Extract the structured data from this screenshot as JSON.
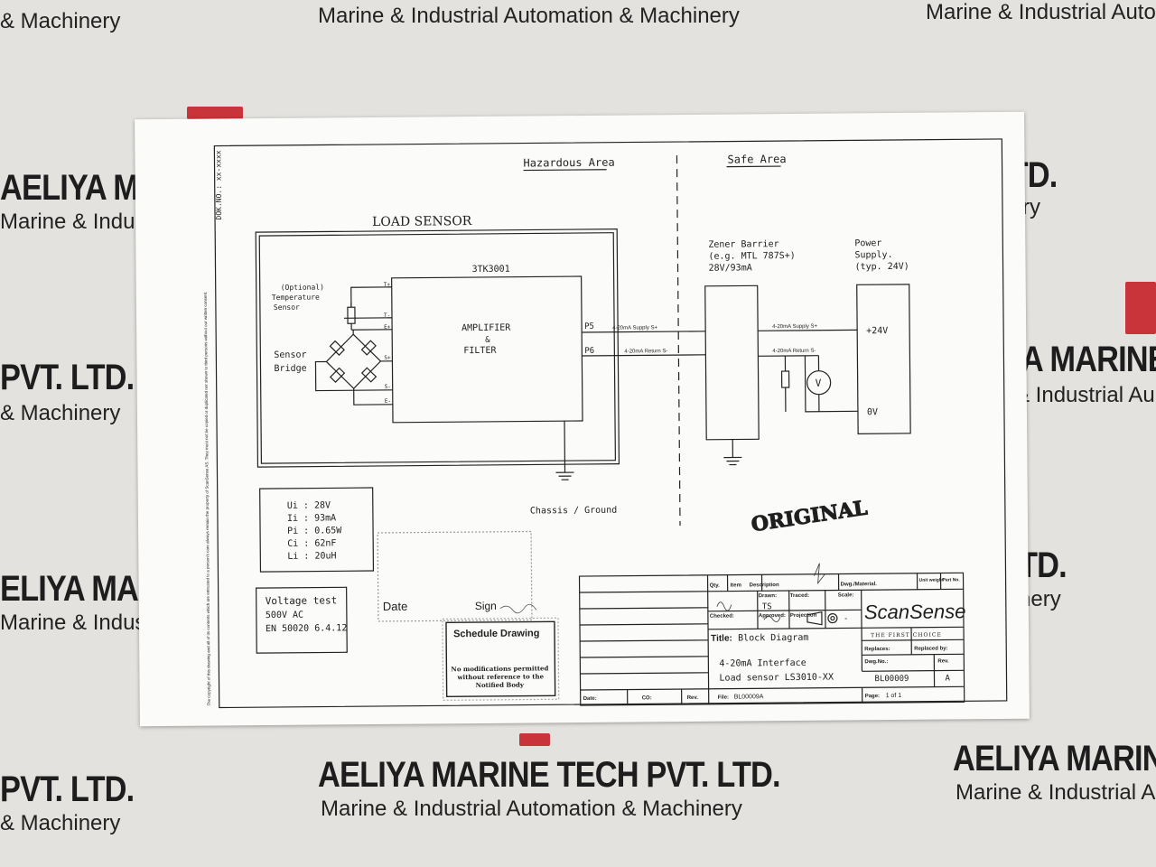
{
  "watermarks": {
    "company": "AELIYA MARINE TECH PVT. LTD.",
    "tagline": "Marine & Industrial Automation & Machinery",
    "frag_tl": "& Machinery",
    "frag_tr": "Marine & Industrial Auto",
    "frag_l1a": "AELIYA MA",
    "frag_l1b": "Marine & Indus",
    "frag_r1a": "LTD.",
    "frag_r1b": "inery",
    "frag_l2a": "PVT. LTD.",
    "frag_l2b": "& Machinery",
    "frag_r2a": "YA MARINE",
    "frag_r2b": "& Industrial Au",
    "frag_l3a": "ELIYA MA",
    "frag_l3b": "Marine & Indus",
    "frag_r3a": "TD.",
    "frag_r3b": "nery",
    "frag_l4a": "PVT. LTD.",
    "frag_l4b": "& Machinery",
    "frag_r4a": "AELIYA MARIN",
    "frag_r4b": "Marine & Industrial A"
  },
  "diagram": {
    "doc_no": "DOK.NO.: xx-xxxx",
    "hazardous_area": "Hazardous Area",
    "safe_area": "Safe Area",
    "load_sensor": "LOAD SENSOR",
    "module": "3TK3001",
    "amplifier": "AMPLIFIER",
    "amp_and": "&",
    "filter": "FILTER",
    "temp_sensor_1": "(Optional)",
    "temp_sensor_2": "Temperature",
    "temp_sensor_3": "Sensor",
    "bridge_1": "Sensor",
    "bridge_2": "Bridge",
    "pin_t_plus": "T+",
    "pin_t_minus": "T-",
    "pin_e_plus": "E+",
    "pin_s_plus": "S+",
    "pin_s_minus": "S-",
    "pin_e_minus": "E-",
    "pin_p5": "P5",
    "pin_p6": "P6",
    "wire_supply_1": "4-20mA Supply S+",
    "wire_return_1": "4-20mA Return S-",
    "wire_supply_2": "4-20mA Supply S+",
    "wire_return_2": "4-20mA Return S-",
    "zener_1": "Zener Barrier",
    "zener_2": "(e.g. MTL 787S+)",
    "zener_3": "28V/93mA",
    "power_1": "Power",
    "power_2": "Supply.",
    "power_3": "(typ. 24V)",
    "plus24": "+24V",
    "zero_v": "0V",
    "voltmeter": "V",
    "chassis": "Chassis / Ground",
    "ui": "Ui : 28V",
    "ii": "Ii : 93mA",
    "pi": "Pi : 0.65W",
    "ci": "Ci : 62nF",
    "li": "Li : 20uH",
    "vtest_1": "Voltage test",
    "vtest_2": "500V AC",
    "vtest_3": "EN 50020 6.4.12",
    "stamp_date": "Date",
    "stamp_sign": "Sign",
    "schedule_title": "Schedule Drawing",
    "schedule_1": "No modifications permitted",
    "schedule_2": "without reference to the",
    "schedule_3": "Notified Body",
    "original": "ORIGINAL",
    "side_note": "The copyright of this drawing and all of its contents which are entrusted to a person's care always remain the property of ScanSense AS. They must not be copied or duplicated nor shown to third persons without our written consent."
  },
  "title_block": {
    "qty": "Qty.",
    "item": "Item",
    "description": "Description",
    "dwg_material": "Dwg./Material.",
    "unit_weight": "Unit weight",
    "part_no": "Part No.",
    "drawn": "Drawn:",
    "drawn_val": "TS",
    "traced": "Traced:",
    "scale": "Scale:",
    "scale_val": "-",
    "checked": "Checked:",
    "approved": "Approved:",
    "projection": "Projection",
    "brand": "ScanSense",
    "brand_tag": "THE FIRST CHOICE",
    "title_label": "Title:",
    "title_val": "Block Diagram",
    "replaces": "Replaces:",
    "replaced_by": "Replaced by:",
    "desc_1": "4-20mA Interface",
    "desc_2": "Load sensor LS3010-XX",
    "dwg_no": "Dwg.No.:",
    "dwg_no_val": "BL00009",
    "rev": "Rev.",
    "rev_val": "A",
    "date": "Date:",
    "co": "CO:",
    "rev2": "Rev.",
    "file": "File:",
    "file_val": "BL00009A",
    "page": "Page:",
    "page_val": "1 of 1"
  }
}
